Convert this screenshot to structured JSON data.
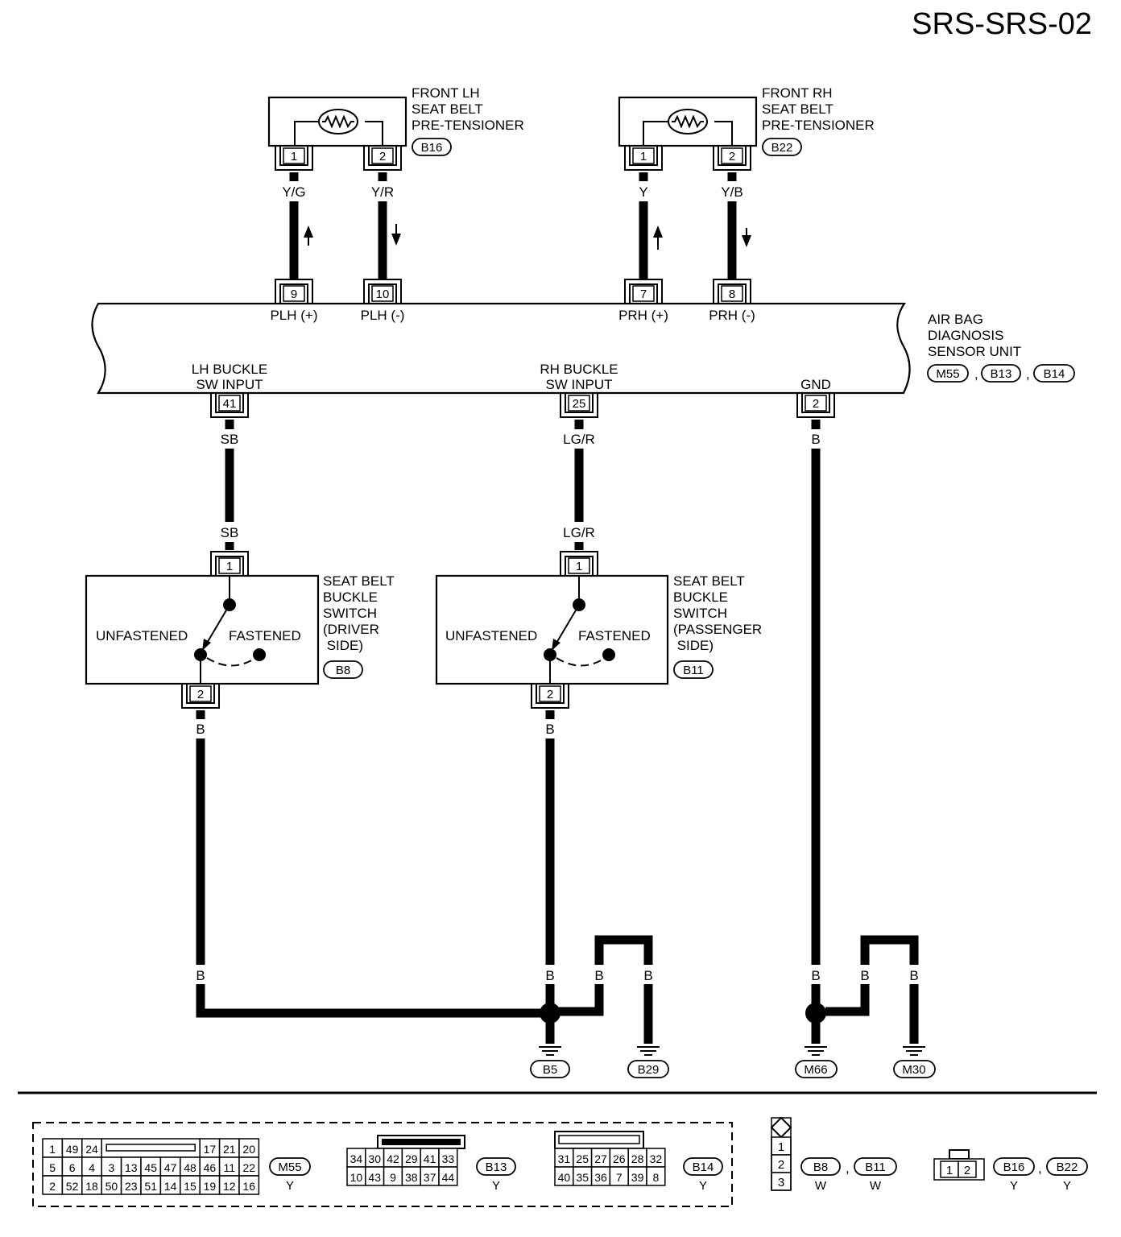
{
  "title": "SRS-SRS-02",
  "pretensioner_lh": {
    "name_lines": [
      "FRONT LH",
      "SEAT BELT",
      "PRE-TENSIONER"
    ],
    "connector": "B16",
    "pins": [
      "1",
      "2"
    ],
    "wire_colors": [
      "Y/G",
      "Y/R"
    ]
  },
  "pretensioner_rh": {
    "name_lines": [
      "FRONT RH",
      "SEAT BELT",
      "PRE-TENSIONER"
    ],
    "connector": "B22",
    "pins": [
      "1",
      "2"
    ],
    "wire_colors": [
      "Y",
      "Y/B"
    ]
  },
  "unit": {
    "name_lines": [
      "AIR BAG",
      "DIAGNOSIS",
      "SENSOR UNIT"
    ],
    "connectors": [
      "M55",
      "B13",
      "B14"
    ],
    "top_pins": [
      {
        "pin": "9",
        "label": "PLH (+)"
      },
      {
        "pin": "10",
        "label": "PLH (-)"
      },
      {
        "pin": "7",
        "label": "PRH (+)"
      },
      {
        "pin": "8",
        "label": "PRH (-)"
      }
    ],
    "bottom_pins": [
      {
        "pin": "41",
        "label_lines": [
          "LH BUCKLE",
          "SW INPUT"
        ]
      },
      {
        "pin": "25",
        "label_lines": [
          "RH BUCKLE",
          "SW INPUT"
        ]
      },
      {
        "pin": "2",
        "label_lines": [
          "GND"
        ]
      }
    ]
  },
  "buckle_driver": {
    "name_lines": [
      "SEAT BELT",
      "BUCKLE",
      "SWITCH",
      "(DRIVER",
      " SIDE)"
    ],
    "connector": "B8",
    "pins": [
      "1",
      "2"
    ],
    "unfastened": "UNFASTENED",
    "fastened": "FASTENED",
    "wire_top": "SB",
    "wire_top_upper": "SB",
    "wire_bottom": "B"
  },
  "buckle_passenger": {
    "name_lines": [
      "SEAT BELT",
      "BUCKLE",
      "SWITCH",
      "(PASSENGER",
      " SIDE)"
    ],
    "connector": "B11",
    "pins": [
      "1",
      "2"
    ],
    "unfastened": "UNFASTENED",
    "fastened": "FASTENED",
    "wire_top": "LG/R",
    "wire_top_upper": "LG/R",
    "wire_bottom": "B"
  },
  "gnd_wire": "B",
  "grounds": {
    "wire_labels": [
      "B",
      "B",
      "B",
      "B",
      "B",
      "B",
      "B"
    ],
    "points": [
      "B5",
      "B29",
      "M66",
      "M30"
    ]
  },
  "connector_views": {
    "m55": {
      "name": "M55",
      "color": "Y",
      "rows": [
        [
          "1",
          "49",
          "24",
          "",
          "17",
          "21",
          "20"
        ],
        [
          "5",
          "6",
          "4",
          "3",
          "13",
          "45",
          "47",
          "48",
          "46",
          "11",
          "22"
        ],
        [
          "2",
          "52",
          "18",
          "50",
          "23",
          "51",
          "14",
          "15",
          "19",
          "12",
          "16"
        ]
      ]
    },
    "b13": {
      "name": "B13",
      "color": "Y",
      "rows": [
        [
          "34",
          "30",
          "42",
          "29",
          "41",
          "33"
        ],
        [
          "10",
          "43",
          "9",
          "38",
          "37",
          "44"
        ]
      ]
    },
    "b14": {
      "name": "B14",
      "color": "Y",
      "rows": [
        [
          "31",
          "25",
          "27",
          "26",
          "28",
          "32"
        ],
        [
          "40",
          "35",
          "36",
          "7",
          "39",
          "8"
        ]
      ]
    },
    "three_pin": {
      "pins": [
        "1",
        "2",
        "3"
      ],
      "connectors": [
        {
          "name": "B8",
          "color": "W"
        },
        {
          "name": "B11",
          "color": "W"
        }
      ]
    },
    "two_pin": {
      "pins": [
        "1",
        "2"
      ],
      "connectors": [
        {
          "name": "B16",
          "color": "Y"
        },
        {
          "name": "B22",
          "color": "Y"
        }
      ]
    }
  }
}
